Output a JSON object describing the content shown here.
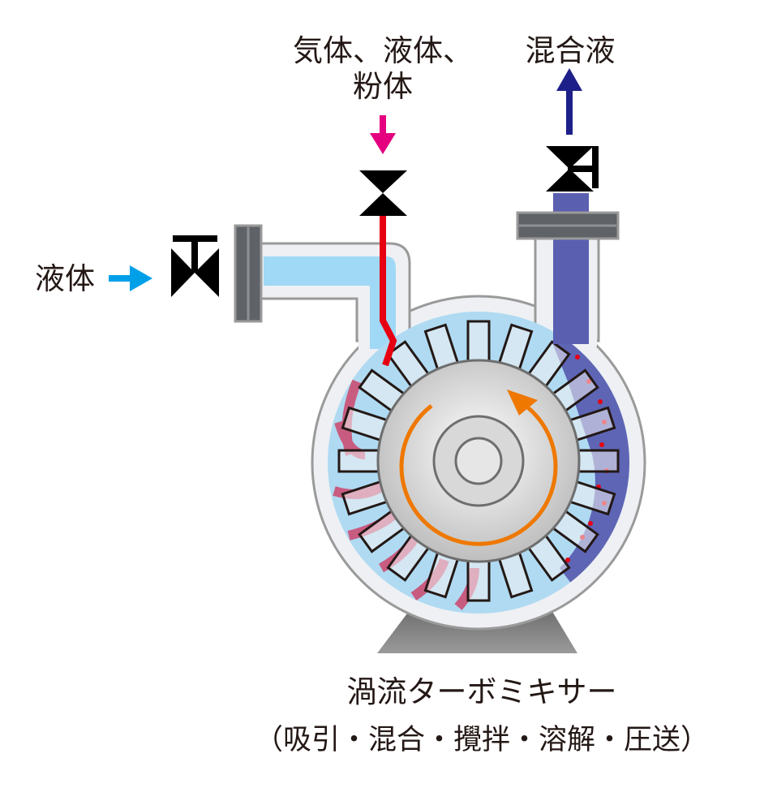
{
  "labels": {
    "gas_input_line1": "気体、液体、",
    "gas_input_line2": "粉体",
    "mixed_output": "混合液",
    "liquid_input": "液体",
    "device_name": "渦流ターボミキサー",
    "device_functions": "（吸引・混合・攪拌・溶解・圧送）"
  },
  "colors": {
    "gas_arrow": "#e4007f",
    "liquid_arrow": "#00a0e9",
    "output_arrow": "#1d2088",
    "liquid_fill": "#9fd9f6",
    "mixed_fill": "#5a5fb0",
    "feed_red": "#e60012",
    "rotation_arrow": "#ee7800",
    "flange": "#5f6368",
    "base": "#7f7f7f",
    "valve": "#000000"
  },
  "icons": {
    "valves": [
      "gate-valve-icon",
      "gate-valve-icon",
      "gate-valve-icon"
    ],
    "arrows": [
      "down-arrow-icon",
      "up-arrow-icon",
      "right-arrow-icon"
    ],
    "rotation": "clockwise-rotation-arrow-icon"
  }
}
